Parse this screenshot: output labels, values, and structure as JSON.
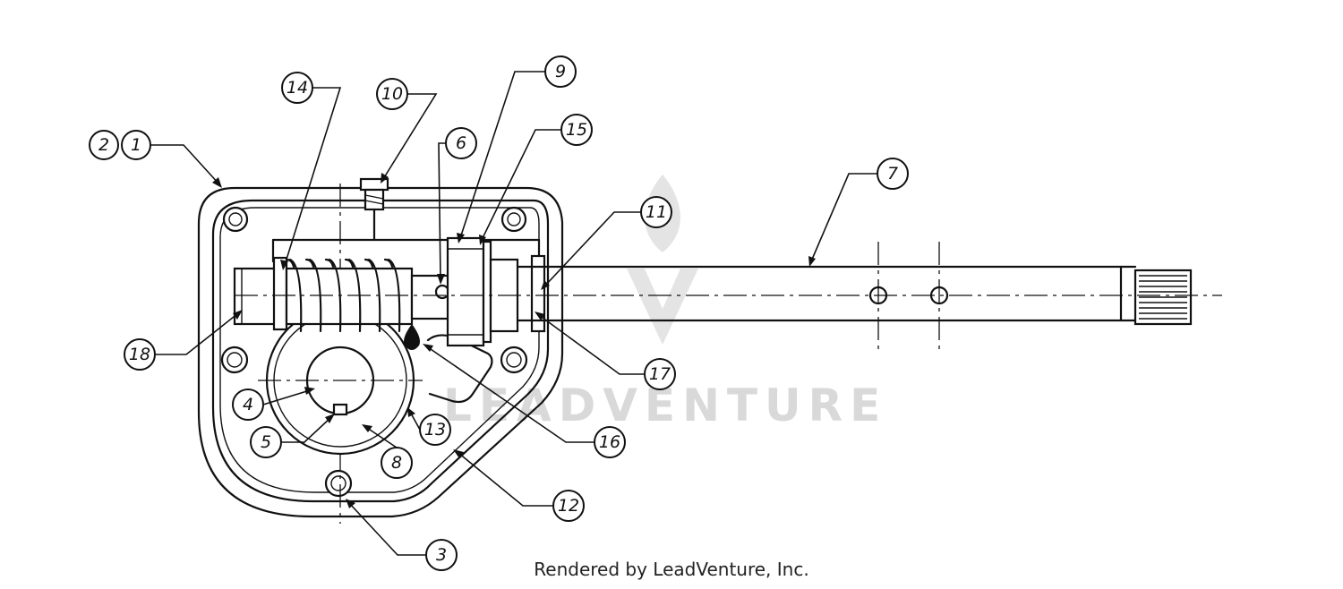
{
  "watermark": {
    "text": "LEADVENTURE"
  },
  "footer": {
    "text": "Rendered by LeadVenture, Inc."
  },
  "callouts": {
    "c1": "1",
    "c2": "2",
    "c3": "3",
    "c4": "4",
    "c5": "5",
    "c6": "6",
    "c7": "7",
    "c8": "8",
    "c9": "9",
    "c10": "10",
    "c11": "11",
    "c12": "12",
    "c13": "13",
    "c14": "14",
    "c15": "15",
    "c16": "16",
    "c17": "17",
    "c18": "18"
  }
}
